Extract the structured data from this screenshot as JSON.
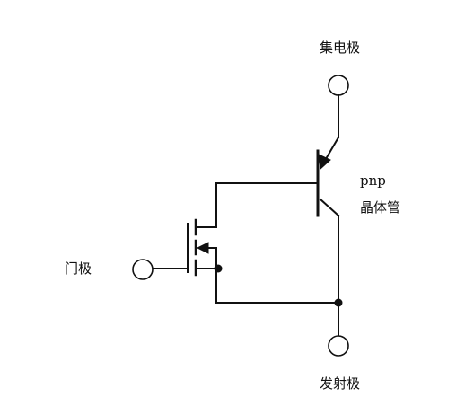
{
  "labels": {
    "collector": "集电极",
    "gate": "门极",
    "emitter": "发射极",
    "transistor_type": "pnp",
    "transistor_name": "晶体管"
  },
  "colors": {
    "line": "#111111",
    "background": "#ffffff"
  }
}
